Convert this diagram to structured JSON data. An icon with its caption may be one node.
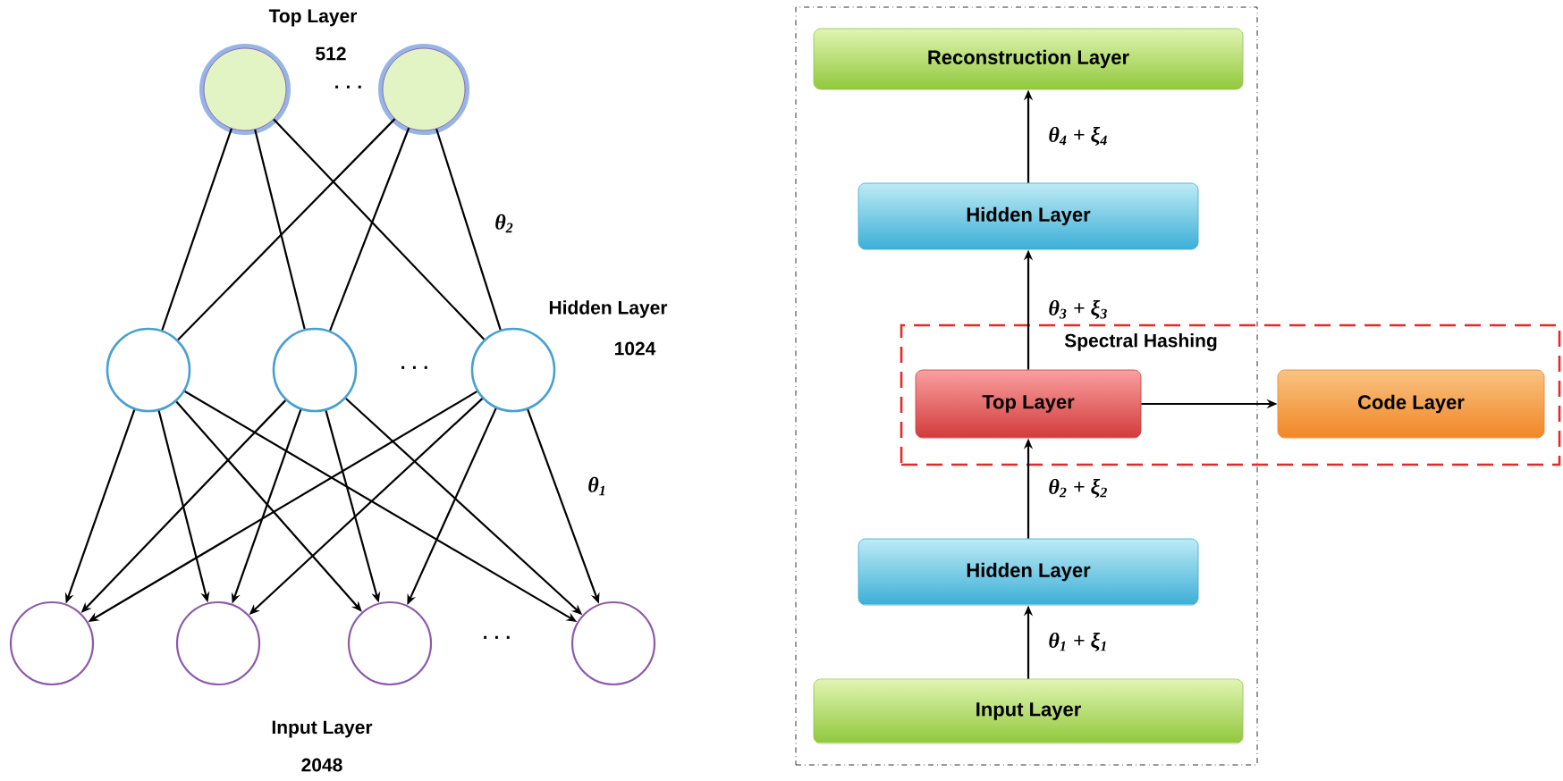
{
  "diagram": {
    "nodes": [
      {
        "text": [],
        "shape": "circle"
      },
      {
        "text": [],
        "shape": "circle"
      },
      {
        "text": [],
        "shape": "circle"
      },
      {
        "text": [],
        "shape": "circle"
      },
      {
        "text": [],
        "shape": "circle"
      },
      {
        "text": [],
        "shape": "circle"
      },
      {
        "text": [],
        "shape": "circle"
      },
      {
        "text": [],
        "shape": "circle"
      },
      {
        "text": [],
        "shape": "circle"
      },
      {
        "text": [],
        "shape": "box"
      },
      {
        "text": [
          "Reconstruction Layer"
        ],
        "in": 9
      },
      {
        "text": [
          "Hidden Layer"
        ],
        "in": 9
      },
      {
        "text": [
          "Spectral Hashing"
        ]
      },
      {
        "text": [
          "Top Layer"
        ]
      },
      {
        "text": [
          "Code Layer"
        ],
        "in": 12
      },
      {
        "text": [
          "Hidden Layer"
        ],
        "in": 9
      },
      {
        "text": [
          "Input Layer"
        ],
        "in": 9
      }
    ],
    "edges": [
      {
        "from": 0,
        "to": 2,
        "arrow": "none"
      },
      {
        "from": 0,
        "to": 3,
        "arrow": "none"
      },
      {
        "from": 0,
        "to": 4,
        "arrow": "none"
      },
      {
        "from": 1,
        "to": 2,
        "arrow": "none"
      },
      {
        "from": 1,
        "to": 3,
        "arrow": "none"
      },
      {
        "from": 1,
        "to": 4,
        "arrow": "none"
      },
      {
        "from": 2,
        "to": 5,
        "arrow": "to"
      },
      {
        "from": 2,
        "to": 6,
        "arrow": "to"
      },
      {
        "from": 2,
        "to": 7,
        "arrow": "to"
      },
      {
        "from": 2,
        "to": 8,
        "arrow": "to"
      },
      {
        "from": 3,
        "to": 5,
        "arrow": "to"
      },
      {
        "from": 3,
        "to": 6,
        "arrow": "to"
      },
      {
        "from": 3,
        "to": 7,
        "arrow": "to"
      },
      {
        "from": 3,
        "to": 8,
        "arrow": "to"
      },
      {
        "from": 4,
        "to": 5,
        "arrow": "to"
      },
      {
        "from": 4,
        "to": 6,
        "arrow": "to"
      },
      {
        "from": 4,
        "to": 7,
        "arrow": "to"
      },
      {
        "from": 4,
        "to": 8,
        "arrow": "to"
      },
      {
        "from": 16,
        "to": 15,
        "arrow": "to",
        "label": "θ$_{1}$ + ξ$_{1}$"
      },
      {
        "from": 15,
        "to": 13,
        "arrow": "to",
        "label": "θ$_{2}$ + ξ$_{2}$"
      },
      {
        "from": 13,
        "to": 11,
        "arrow": "to",
        "label": "θ$_{3}$ + ξ$_{3}$"
      },
      {
        "from": 11,
        "to": 10,
        "arrow": "to",
        "label": "θ$_{4}$ + ξ$_{4}$"
      },
      {
        "from": 13,
        "to": 14,
        "arrow": "to"
      }
    ],
    "labels": [
      "Top Layer",
      "512",
      "· · ·",
      "θ$_{2}$",
      "Hidden Layer",
      "1024",
      "· · ·",
      "θ$_{1}$",
      "· · ·",
      "Input Layer",
      "2048"
    ]
  }
}
